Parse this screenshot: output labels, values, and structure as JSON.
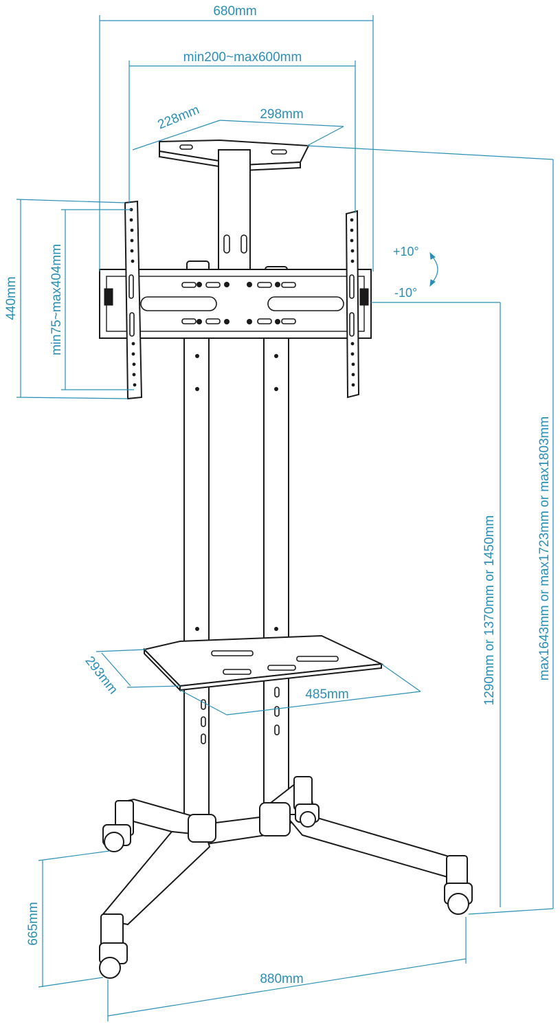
{
  "dimensions": {
    "overall_width": "680mm",
    "vesa_horizontal": "min200~max600mm",
    "top_shelf_depth": "228mm",
    "top_shelf_width": "298mm",
    "bracket_height": "440mm",
    "vesa_vertical": "min75~max404mm",
    "tilt_up": "+10°",
    "tilt_down": "-10°",
    "total_height": "max1643mm or max1723mm or max1803mm",
    "bracket_center_height": "1290mm or 1370mm or 1450mm",
    "lower_shelf_depth": "293mm",
    "lower_shelf_width": "485mm",
    "base_depth": "665mm",
    "base_width": "880mm"
  },
  "colors": {
    "dimension": "#2a8fb6",
    "outline": "#1a1a1a"
  }
}
